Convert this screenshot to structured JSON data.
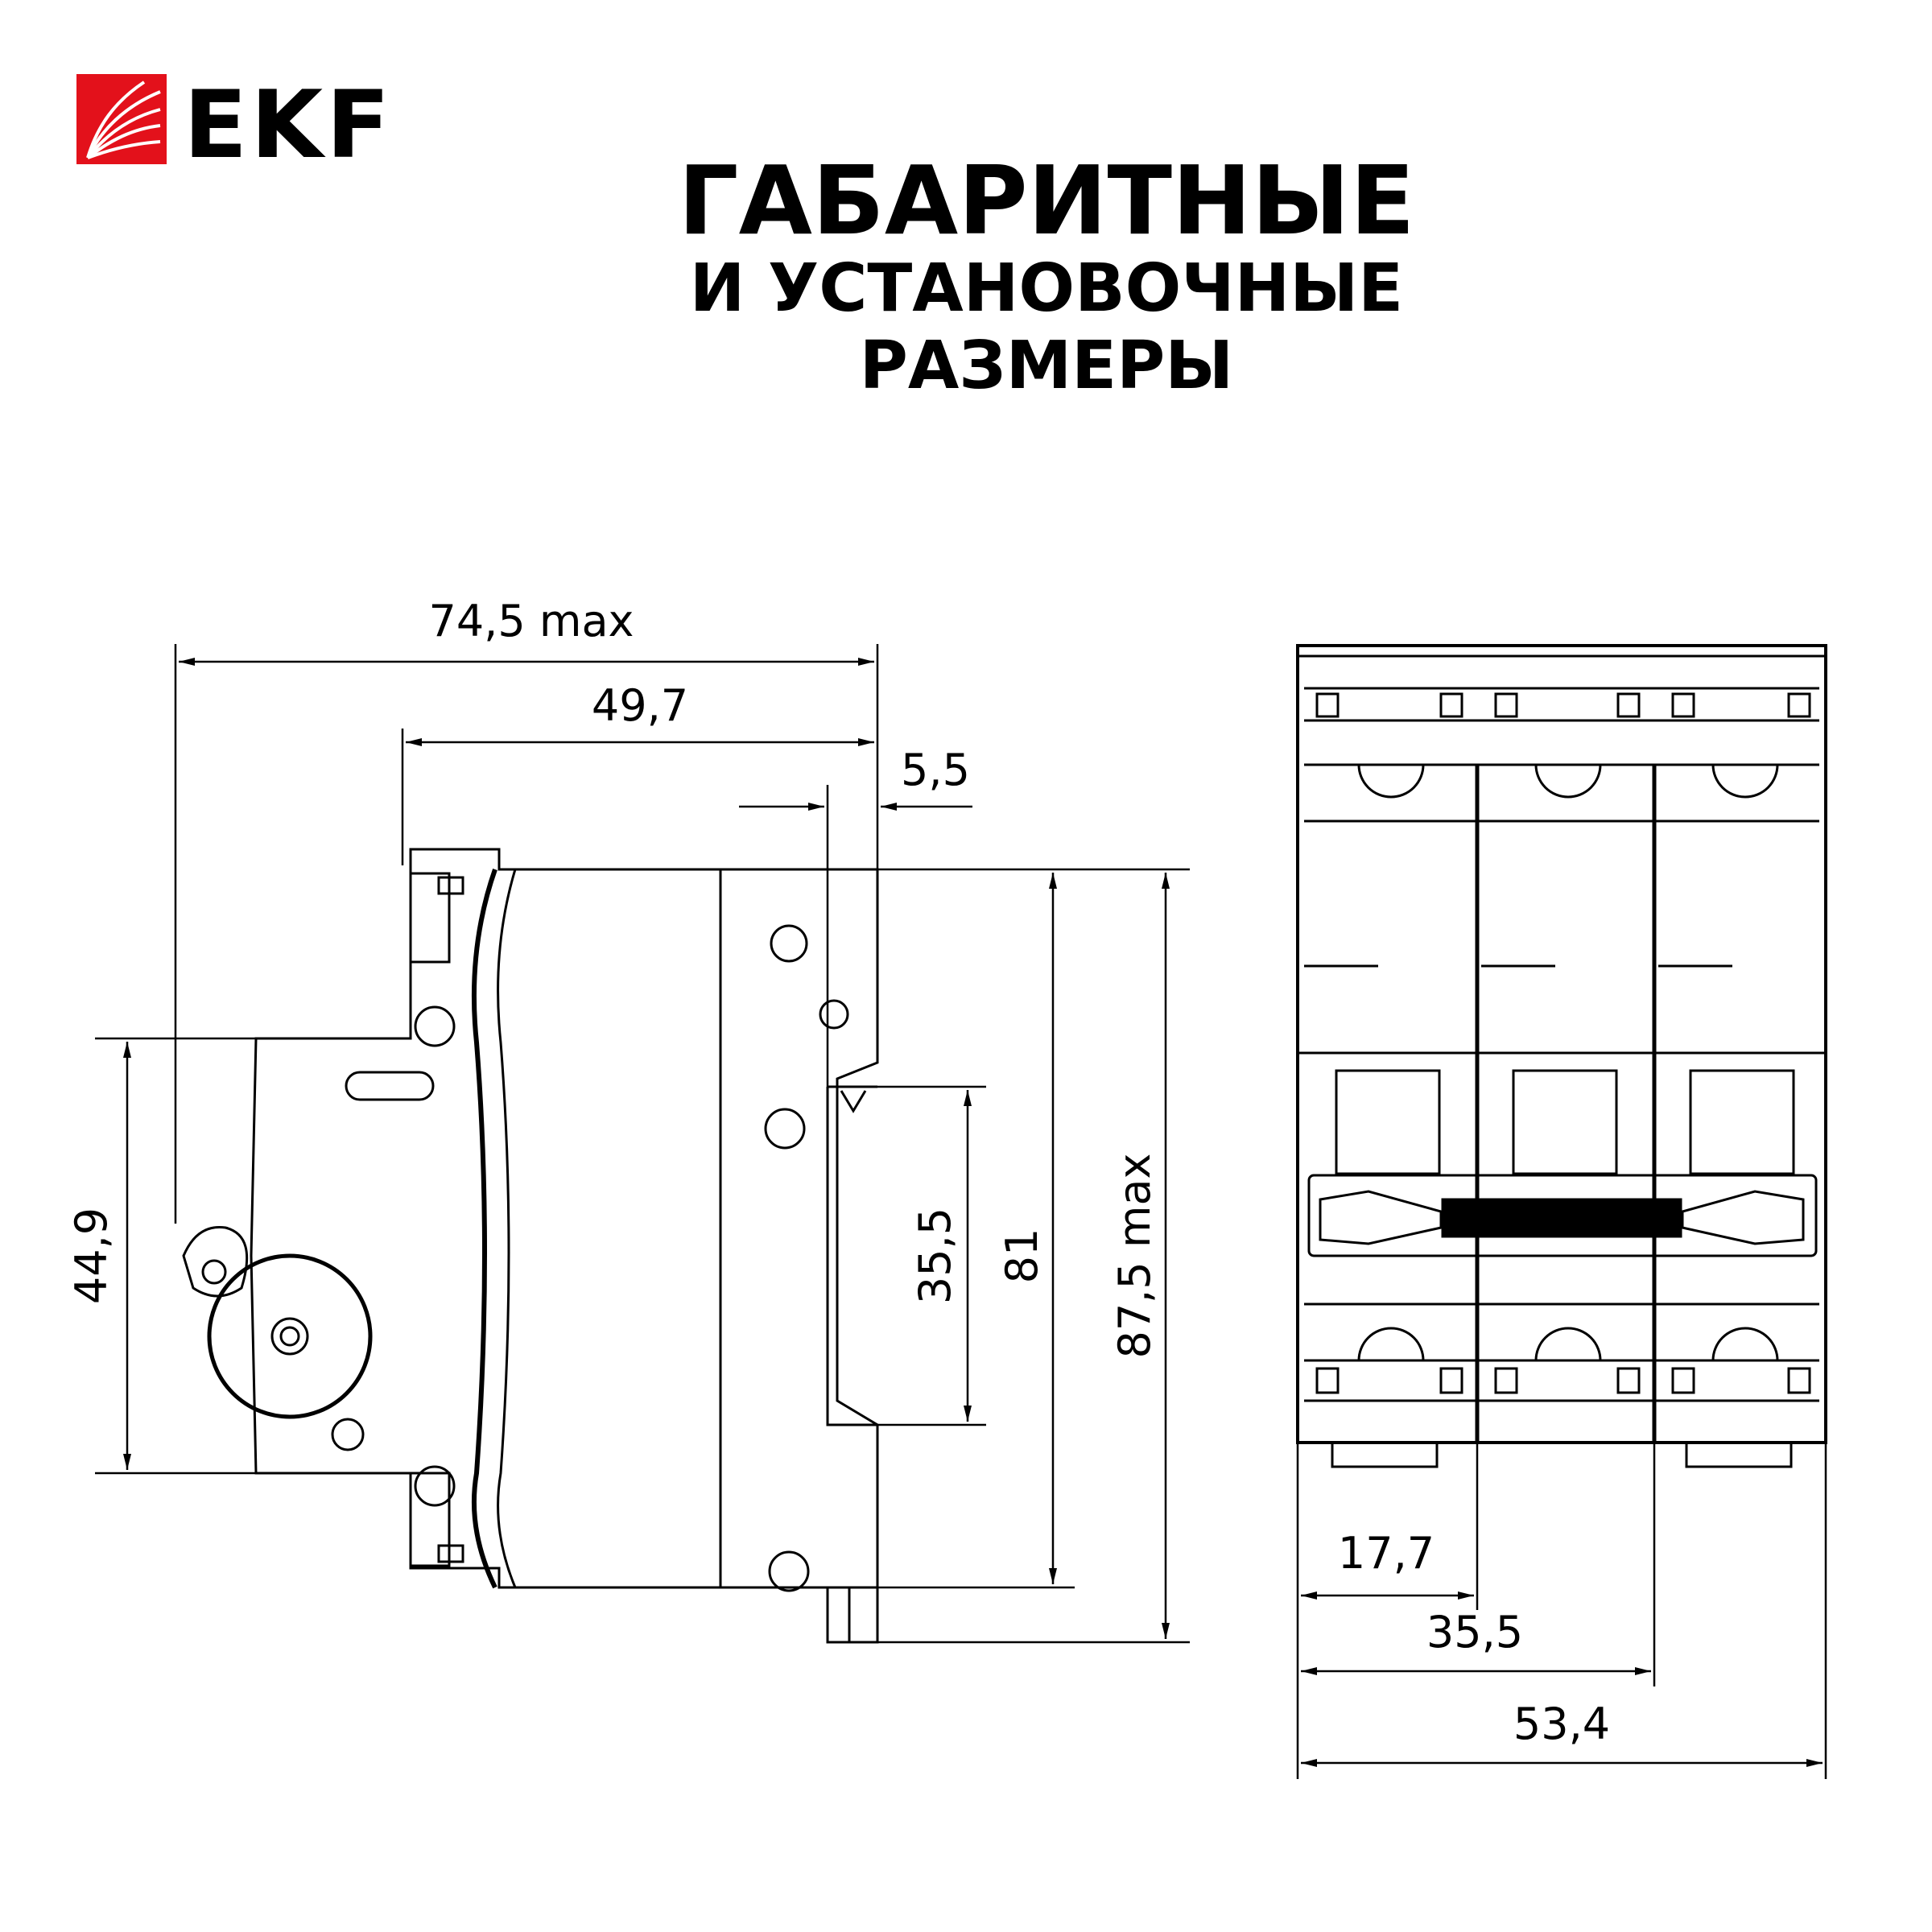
{
  "brand": {
    "name": "EKF",
    "logo_icon": "ekf-fan-logo-icon",
    "accent": "#e3111b"
  },
  "title": {
    "line1": "ГАБАРИТНЫЕ",
    "line2": "И УСТАНОВОЧНЫЕ",
    "line3": "РАЗМЕРЫ"
  },
  "side_view": {
    "dims": {
      "overall_depth": "74,5 max",
      "body_depth": "49,7",
      "rail_offset": "5,5",
      "terminal_height": "44,9",
      "rail_width": "35,5",
      "body_height": "81",
      "overall_height": "87,5 max"
    }
  },
  "front_view": {
    "poles": 3,
    "dims": {
      "module_width": "17,7",
      "two_module_width": "35,5",
      "overall_width": "53,4"
    }
  },
  "colors": {
    "line": "#000000",
    "background": "#ffffff"
  }
}
